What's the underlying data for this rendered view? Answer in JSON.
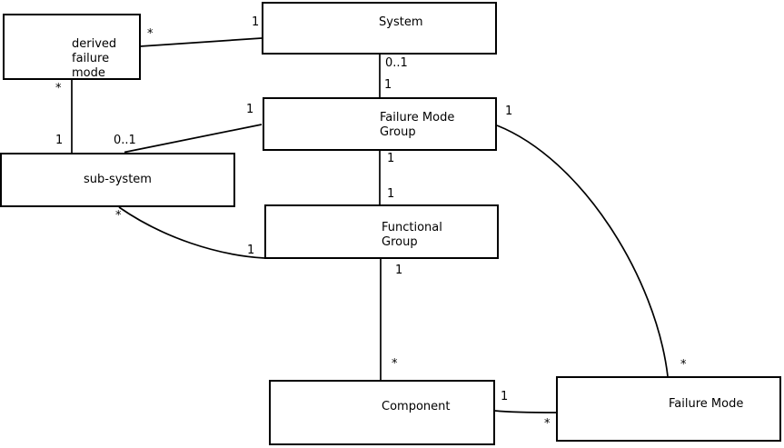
{
  "diagram": {
    "background_color": "#ffffff",
    "line_color": "#000000",
    "text_color": "#000000",
    "nodes": [
      {
        "id": "derived-failure-mode",
        "label": "derived\nfailure\nmode"
      },
      {
        "id": "system",
        "label": "System"
      },
      {
        "id": "failure-mode-group",
        "label": "Failure Mode\nGroup"
      },
      {
        "id": "sub-system",
        "label": "sub-system"
      },
      {
        "id": "functional-group",
        "label": "Functional\nGroup"
      },
      {
        "id": "component",
        "label": "Component"
      },
      {
        "id": "failure-mode",
        "label": "Failure Mode"
      }
    ],
    "edges": [
      {
        "from": "derived failure mode",
        "to": "System",
        "from_multiplicity": "*",
        "to_multiplicity": "1"
      },
      {
        "from": "derived failure mode",
        "to": "sub-system",
        "from_multiplicity": "*",
        "to_multiplicity": "1"
      },
      {
        "from": "sub-system",
        "to": "Failure Mode Group",
        "from_multiplicity": "0..1",
        "to_multiplicity": "1"
      },
      {
        "from": "System",
        "to": "Failure Mode Group",
        "from_multiplicity": "0..1",
        "to_multiplicity": "1"
      },
      {
        "from": "Failure Mode Group",
        "to": "Functional Group",
        "from_multiplicity": "1",
        "to_multiplicity": "1"
      },
      {
        "from": "sub-system",
        "to": "Functional Group",
        "from_multiplicity": "*",
        "to_multiplicity": "1"
      },
      {
        "from": "Functional Group",
        "to": "Component",
        "from_multiplicity": "1",
        "to_multiplicity": "*"
      },
      {
        "from": "Component",
        "to": "Failure Mode",
        "from_multiplicity": "1",
        "to_multiplicity": "*"
      },
      {
        "from": "Failure Mode Group",
        "to": "Failure Mode",
        "from_multiplicity": "1",
        "to_multiplicity": "*"
      }
    ]
  }
}
